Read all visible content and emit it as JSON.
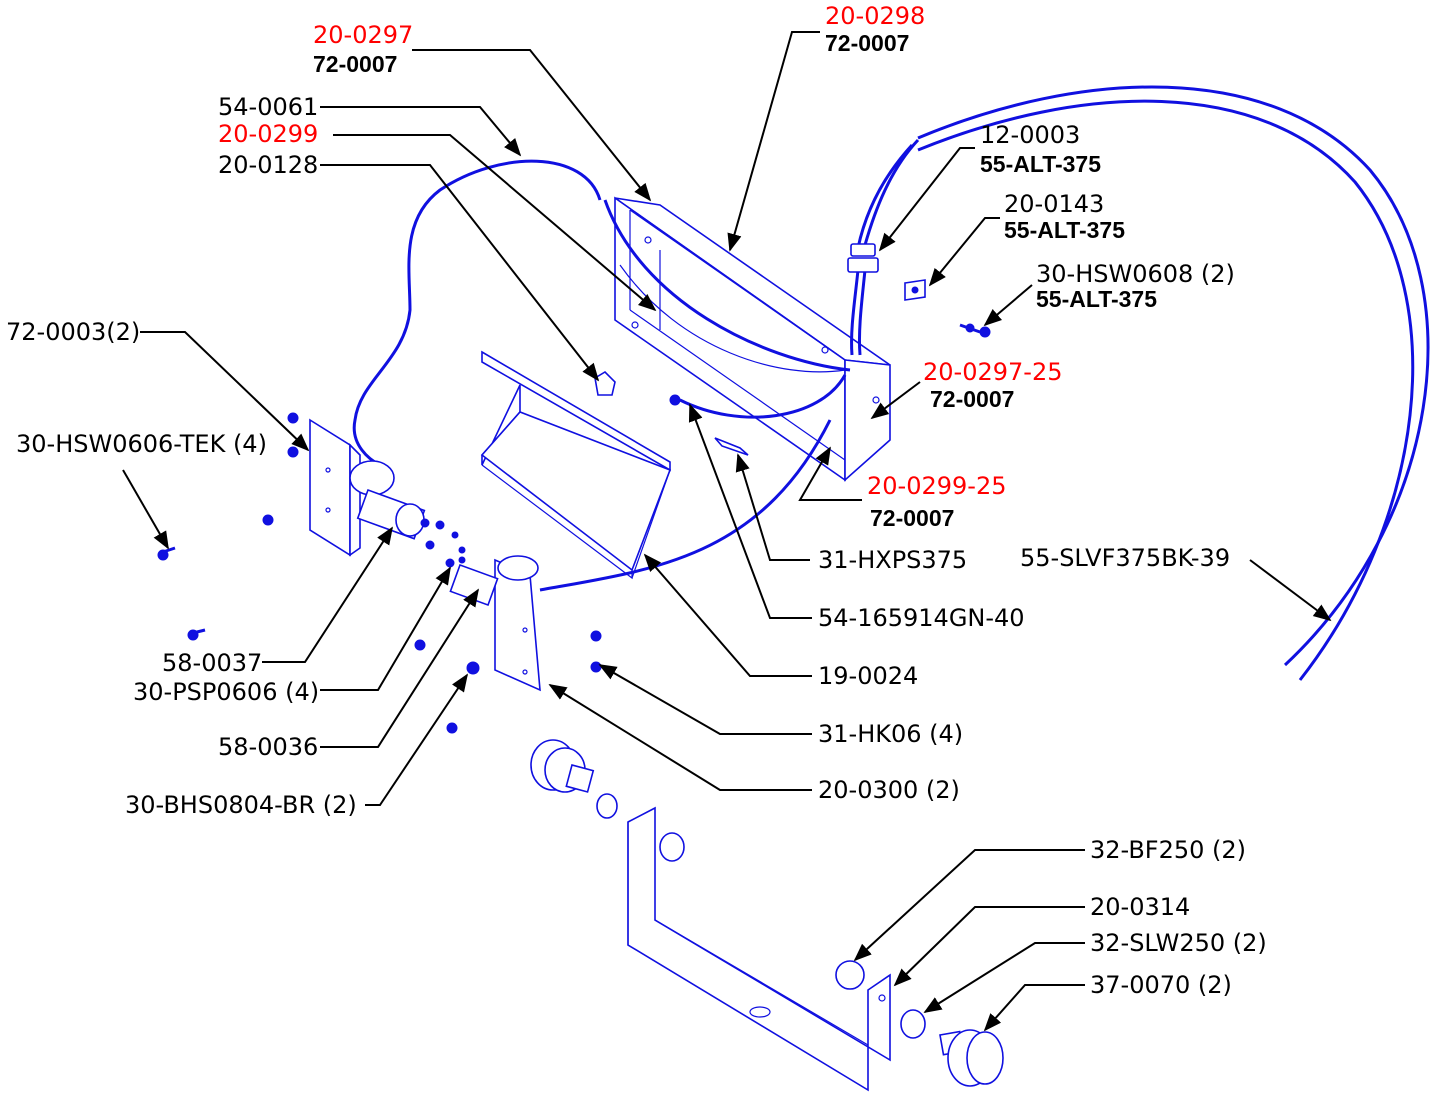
{
  "colors": {
    "part_line": "#1010e0",
    "callout_black": "#000000",
    "callout_red": "#ff0000",
    "background": "#ffffff"
  },
  "callouts": {
    "c_20_0297": "20-0297",
    "c_72_0007_a": "72-0007",
    "c_20_0298": "20-0298",
    "c_72_0007_b": "72-0007",
    "c_54_0061": "54-0061",
    "c_20_0299": "20-0299",
    "c_20_0128": "20-0128",
    "c_12_0003": "12-0003",
    "c_55_alt_375_a": "55-ALT-375",
    "c_20_0143": "20-0143",
    "c_55_alt_375_b": "55-ALT-375",
    "c_30_hsw0608": "30-HSW0608 (2)",
    "c_55_alt_375_c": "55-ALT-375",
    "c_72_0003": "72-0003(2)",
    "c_20_0297_25": "20-0297-25",
    "c_72_0007_c": "72-0007",
    "c_30_hsw0606_tek": "30-HSW0606-TEK (4)",
    "c_20_0299_25": "20-0299-25",
    "c_72_0007_d": "72-0007",
    "c_31_hxps375": "31-HXPS375",
    "c_55_slvf375bk_39": "55-SLVF375BK-39",
    "c_54_165914gn_40": "54-165914GN-40",
    "c_58_0037": "58-0037",
    "c_30_psp0606": "30-PSP0606 (4)",
    "c_19_0024": "19-0024",
    "c_31_hk06": "31-HK06 (4)",
    "c_58_0036": "58-0036",
    "c_20_0300": "20-0300 (2)",
    "c_30_bhs0804_br": "30-BHS0804-BR (2)",
    "c_32_bf250": "32-BF250 (2)",
    "c_20_0314": "20-0314",
    "c_32_slw250": "32-SLW250 (2)",
    "c_37_0070": "37-0070 (2)"
  }
}
